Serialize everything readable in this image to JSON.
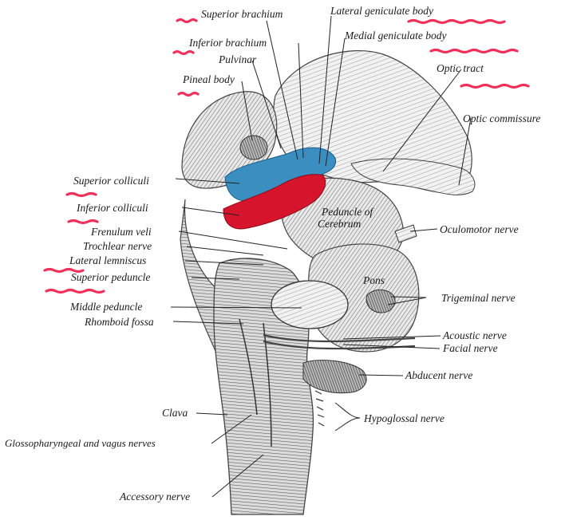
{
  "colors": {
    "background": "#ffffff",
    "superior_colliculi_highlight": "#3a8fc0",
    "inferior_colliculi_highlight": "#d6152c",
    "annotation_marks": "#f0305a",
    "engraving": "#555555"
  },
  "labels": {
    "superior_brachium": "Superior brachium",
    "lateral_geniculate_body": "Lateral geniculate body",
    "inferior_brachium": "Inferior brachium",
    "medial_geniculate_body": "Medial geniculate body",
    "pulvinar": "Pulvinar",
    "optic_tract": "Optic tract",
    "pineal_body": "Pineal body",
    "optic_commissure": "Optic commissure",
    "superior_colliculi": "Superior colliculi",
    "inferior_colliculi": "Inferior colliculi",
    "peduncle_of_cerebrum": "Peduncle of",
    "peduncle_of_cerebrum_2": "Cerebrum",
    "frenulum_veli": "Frenulum veli",
    "oculomotor_nerve": "Oculomotor nerve",
    "trochlear_nerve": "Trochlear nerve",
    "lateral_lemniscus": "Lateral lemniscus",
    "superior_peduncle": "Superior peduncle",
    "pons": "Pons",
    "middle_peduncle": "Middle peduncle",
    "trigeminal_nerve": "Trigeminal nerve",
    "rhomboid_fossa": "Rhomboid fossa",
    "acoustic_nerve": "Acoustic nerve",
    "facial_nerve": "Facial nerve",
    "abducent_nerve": "Abducent nerve",
    "clava": "Clava",
    "hypoglossal_nerve": "Hypoglossal nerve",
    "glossopharyngeal_vagus": "Glossopharyngeal and vagus nerves",
    "accessory_nerve": "Accessory nerve"
  }
}
